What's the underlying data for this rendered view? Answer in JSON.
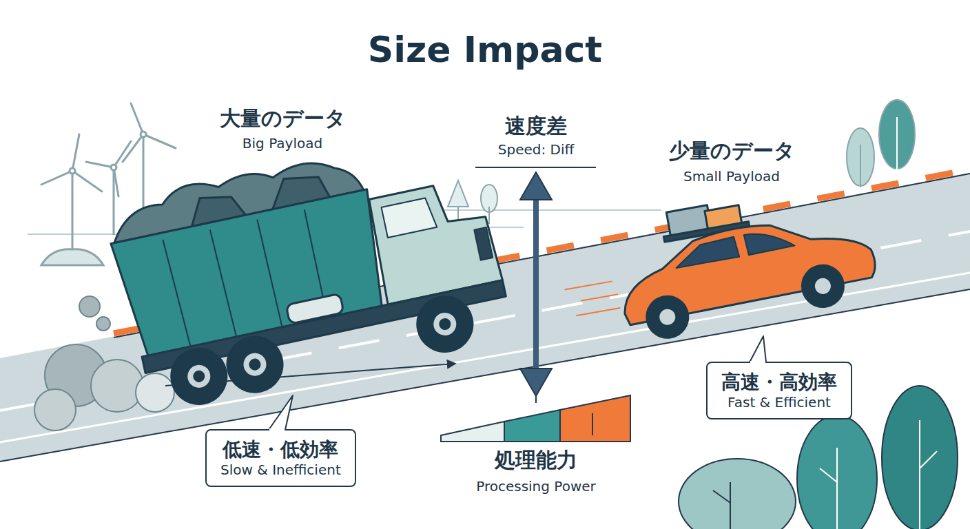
{
  "diagram": {
    "title": "Size Impact",
    "nodes": [
      {
        "text": [
          "低速・低効率",
          "Slow & Inefficient"
        ]
      },
      {
        "text": [
          "高速・高効率",
          "Fast & Efficient"
        ]
      }
    ],
    "labels": [
      "大量のデータ",
      "Big Payload",
      "速度差",
      "Speed: Diff",
      "少量のデータ",
      "Small Payload",
      "処理能力",
      "Processing Power"
    ]
  }
}
